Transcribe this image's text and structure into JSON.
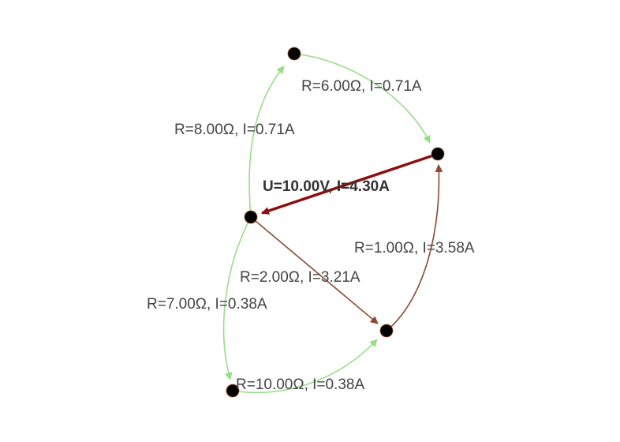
{
  "colors": {
    "low_current": "#99dd88",
    "mid_current": "#8b4a32",
    "source": "#8b1010",
    "node_fill": "#000000",
    "node_stroke": "#a0522d"
  },
  "nodes": [
    "n1",
    "n2",
    "n3",
    "n4",
    "n5"
  ],
  "edges": [
    {
      "id": "e1",
      "from": "n4",
      "to": "n1",
      "label": "R=8.00Ω, I=0.71A",
      "kind": "low_current"
    },
    {
      "id": "e2",
      "from": "n1",
      "to": "n2",
      "label": "R=6.00Ω, I=0.71A",
      "kind": "low_current"
    },
    {
      "id": "e3",
      "from": "n2",
      "to": "n4",
      "label": "U=10.00V, I=4.30A",
      "kind": "source"
    },
    {
      "id": "e4",
      "from": "n4",
      "to": "n3",
      "label": "R=2.00Ω, I=3.21A",
      "kind": "mid_current"
    },
    {
      "id": "e5",
      "from": "n3",
      "to": "n2",
      "label": "R=1.00Ω, I=3.58A",
      "kind": "mid_current"
    },
    {
      "id": "e6",
      "from": "n4",
      "to": "n5",
      "label": "R=7.00Ω, I=0.38A",
      "kind": "low_current"
    },
    {
      "id": "e7",
      "from": "n5",
      "to": "n3",
      "label": "R=10.00Ω, I=0.38A",
      "kind": "low_current"
    }
  ]
}
